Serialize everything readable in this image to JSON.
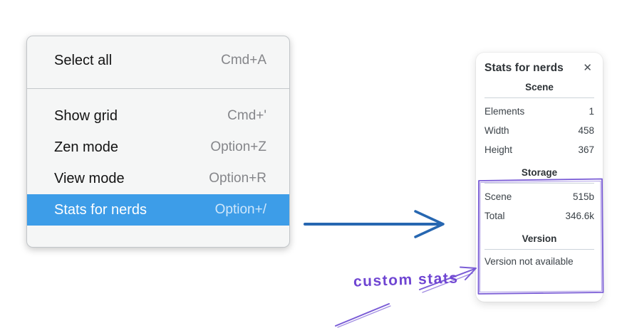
{
  "menu": {
    "items": [
      {
        "label": "Select all",
        "shortcut": "Cmd+A",
        "selected": false
      },
      {
        "label": "Show grid",
        "shortcut": "Cmd+'",
        "selected": false
      },
      {
        "label": "Zen mode",
        "shortcut": "Option+Z",
        "selected": false
      },
      {
        "label": "View mode",
        "shortcut": "Option+R",
        "selected": false
      },
      {
        "label": "Stats for nerds",
        "shortcut": "Option+/",
        "selected": true
      }
    ]
  },
  "panel": {
    "title": "Stats for nerds",
    "sections": [
      {
        "header": "Scene",
        "rows": [
          {
            "label": "Elements",
            "value": "1"
          },
          {
            "label": "Width",
            "value": "458"
          },
          {
            "label": "Height",
            "value": "367"
          }
        ]
      },
      {
        "header": "Storage",
        "rows": [
          {
            "label": "Scene",
            "value": "515b"
          },
          {
            "label": "Total",
            "value": "346.6k"
          }
        ]
      },
      {
        "header": "Version",
        "note": "Version not available"
      }
    ]
  },
  "icons": {
    "close": "✕"
  },
  "annotations": {
    "label": "custom stats"
  },
  "colors": {
    "menu_highlight": "#3d9de8",
    "menu_background": "#f5f6f6",
    "blue_arrow": "#2767b1",
    "annotation_purple": "#7a5cd6",
    "annotation_text_purple": "#6f45d2",
    "panel_background": "#ffffff"
  }
}
